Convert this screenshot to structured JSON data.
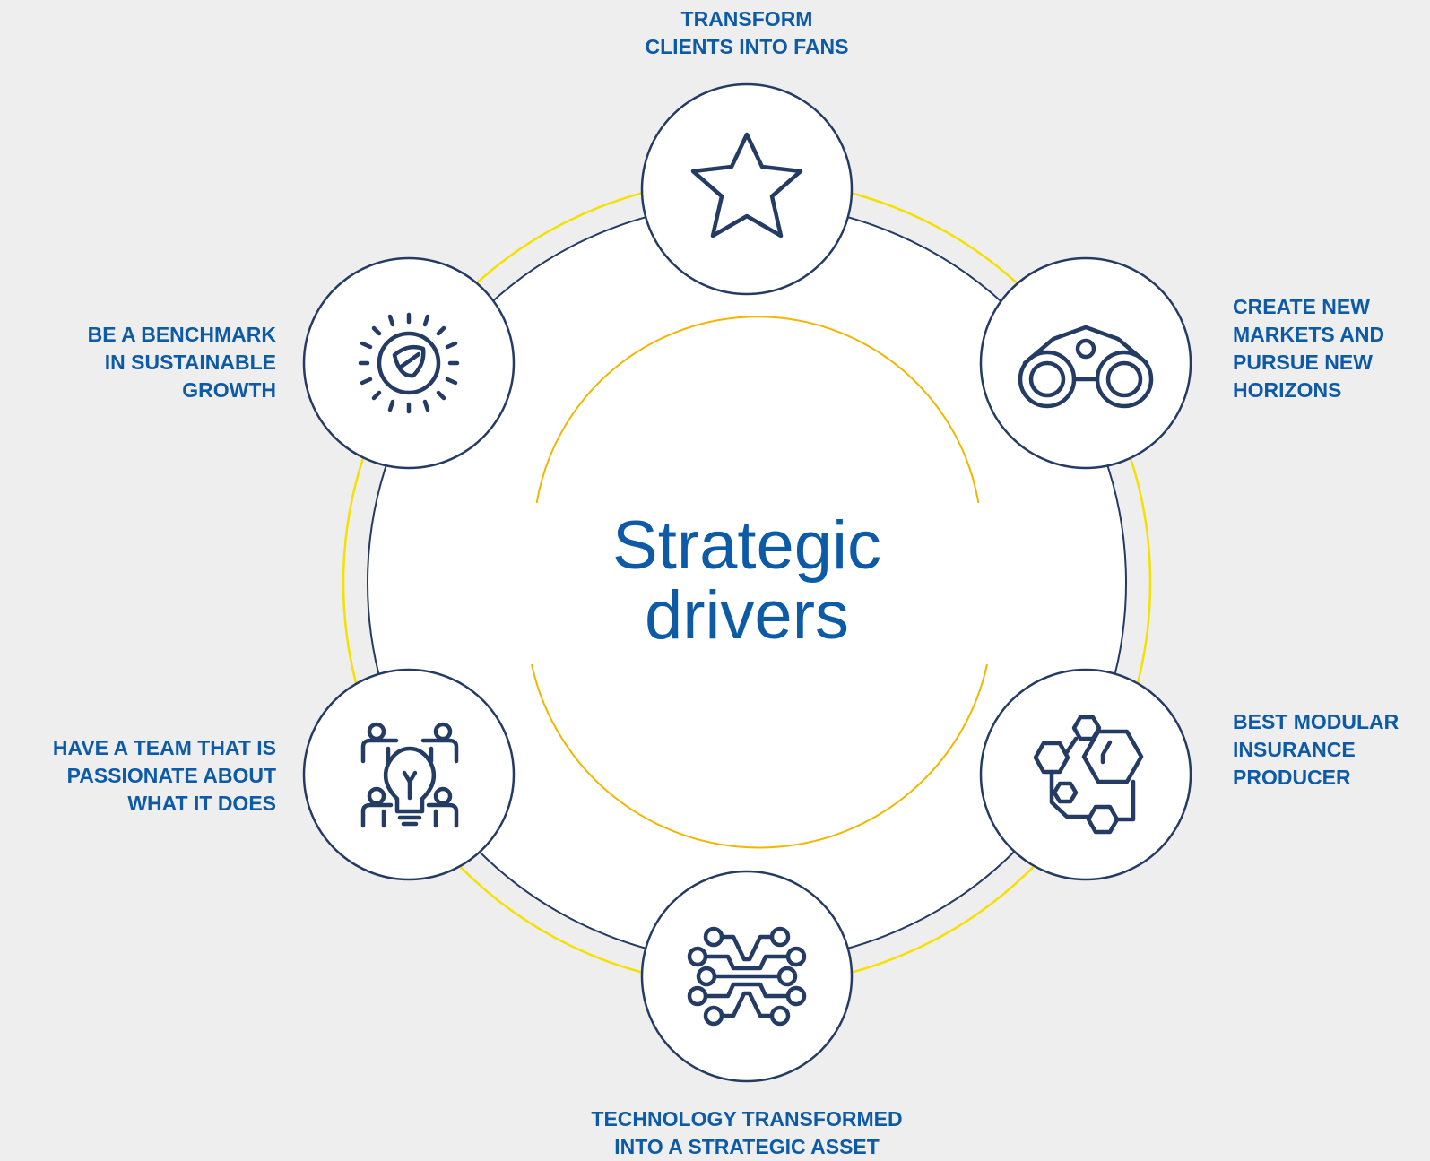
{
  "center": {
    "line1": "Strategic",
    "line2": "drivers"
  },
  "drivers": {
    "top": {
      "line1": "TRANSFORM",
      "line2": "CLIENTS INTO FANS",
      "icon": "star-icon"
    },
    "right_upper": {
      "line1": "CREATE NEW",
      "line2": "MARKETS AND",
      "line3": "PURSUE NEW",
      "line4": "HORIZONS",
      "icon": "binoculars-icon"
    },
    "right_lower": {
      "line1": "BEST MODULAR",
      "line2": "INSURANCE",
      "line3": "PRODUCER",
      "icon": "hexagon-network-icon"
    },
    "bottom": {
      "line1": "TECHNOLOGY TRANSFORMED",
      "line2": "INTO A STRATEGIC ASSET",
      "icon": "circuit-icon"
    },
    "left_lower": {
      "line1": "HAVE A TEAM THAT IS",
      "line2": "PASSIONATE ABOUT",
      "line3": "WHAT IT DOES",
      "icon": "team-lightbulb-icon"
    },
    "left_upper": {
      "line1": "BE A BENCHMARK",
      "line2": "IN SUSTAINABLE",
      "line3": "GROWTH",
      "icon": "sun-leaf-icon"
    }
  },
  "colors": {
    "background": "#eeeeee",
    "text_blue": "#0d5aa7",
    "ring_navy": "#243b63",
    "ring_yellow": "#f5e000",
    "inner_arc_yellow": "#f2b600"
  }
}
